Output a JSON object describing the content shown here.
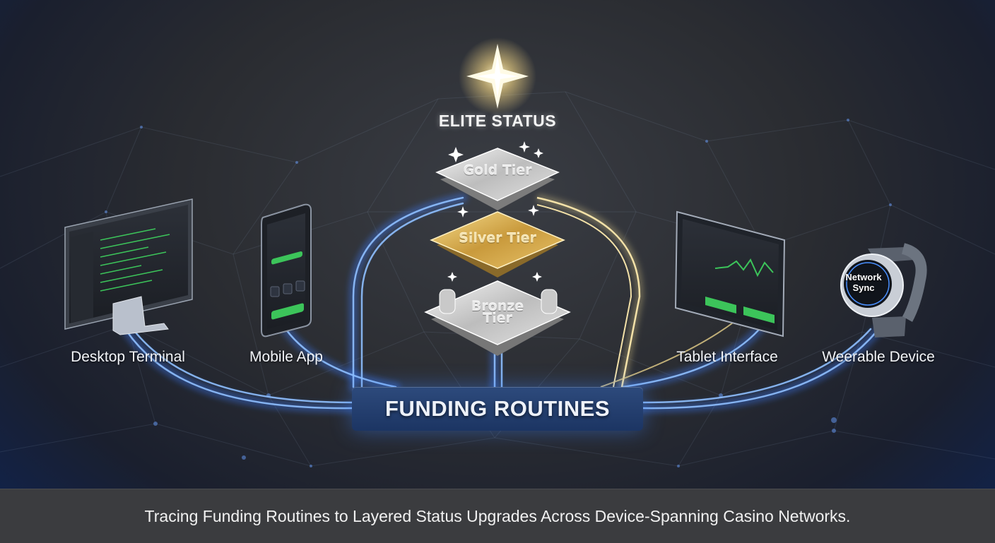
{
  "apex": {
    "label": "ELITE STATUS"
  },
  "tiers": [
    {
      "label": "Gold Tier",
      "finish": "silver"
    },
    {
      "label": "Silver Tier",
      "finish": "gold"
    },
    {
      "label": "Bronze Tier",
      "finish": "silver"
    }
  ],
  "devices": [
    {
      "label": "Desktop Terminal",
      "icon": "desktop-monitor-icon"
    },
    {
      "label": "Mobile App",
      "icon": "smartphone-icon"
    },
    {
      "label": "Tablet Interface",
      "icon": "tablet-icon"
    },
    {
      "label": "Weerable Device",
      "icon": "smartwatch-icon"
    }
  ],
  "watch_screen": {
    "text": "Network Sync"
  },
  "hub": {
    "label": "FUNDING ROUTINES"
  },
  "caption": "Tracing Funding Routines to Layered Status Upgrades Across Device-Spanning Casino Networks.",
  "colors": {
    "blue_stream": "#4a90ff",
    "gold_stream": "#e6cf8a",
    "screen_green": "#3cc45a",
    "hub_blue": "#24417a",
    "caption_bar": "#3b3c3f"
  }
}
